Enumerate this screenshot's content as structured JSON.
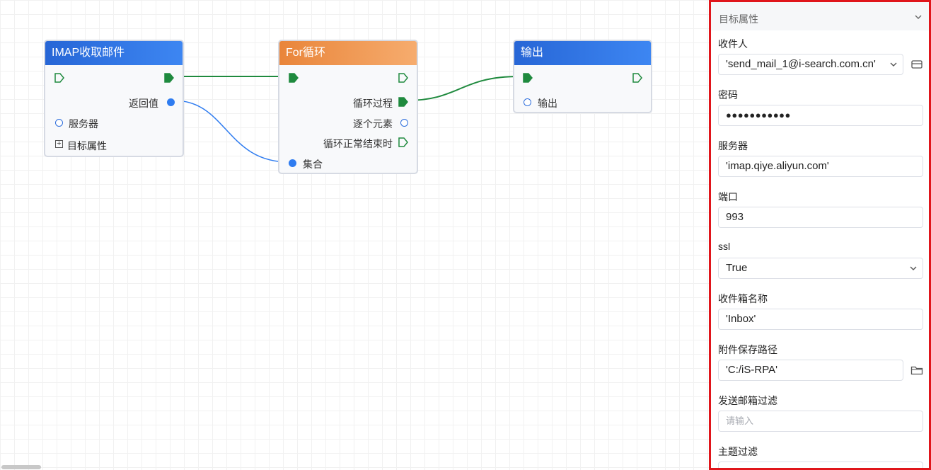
{
  "nodes": {
    "imap": {
      "title": "IMAP收取邮件",
      "ports": {
        "return_value": "返回值",
        "server": "服务器",
        "target_props": "目标属性"
      },
      "expand_symbol": "+"
    },
    "for_loop": {
      "title": "For循环",
      "ports": {
        "loop_body": "循环过程",
        "each_element": "逐个元素",
        "loop_end": "循环正常结束时",
        "collection": "集合"
      }
    },
    "output": {
      "title": "输出",
      "ports": {
        "output": "输出"
      }
    }
  },
  "panel": {
    "title": "目标属性",
    "fields": {
      "recipient": {
        "label": "收件人",
        "value": "'send_mail_1@i-search.com.cn'"
      },
      "password": {
        "label": "密码",
        "value": "●●●●●●●●●●●"
      },
      "server": {
        "label": "服务器",
        "value": "'imap.qiye.aliyun.com'"
      },
      "port": {
        "label": "端口",
        "value": "993"
      },
      "ssl": {
        "label": "ssl",
        "value": "True"
      },
      "inbox_name": {
        "label": "收件箱名称",
        "value": "'Inbox'"
      },
      "attachment_path": {
        "label": "附件保存路径",
        "value": "'C:/iS-RPA'"
      },
      "sender_filter": {
        "label": "发送邮箱过滤",
        "placeholder": "请输入"
      },
      "subject_filter": {
        "label": "主题过滤"
      }
    }
  },
  "colors": {
    "header_blue": "#2766d6",
    "header_orange": "#e9853a",
    "flow_green": "#1f8a3e",
    "data_blue": "#2f7cf0",
    "panel_border": "#e0151b"
  },
  "icons": [
    "flow-in-icon",
    "flow-out-icon",
    "chevron-down-icon",
    "mailbox-icon",
    "folder-icon",
    "expand-plus-icon"
  ]
}
